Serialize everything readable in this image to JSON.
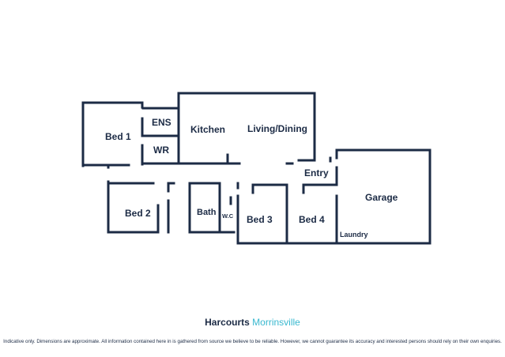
{
  "rooms": {
    "bed1": "Bed 1",
    "ens": "ENS",
    "wr": "WR",
    "kitchen": "Kitchen",
    "living": "Living/Dining",
    "entry": "Entry",
    "garage": "Garage",
    "bed2": "Bed 2",
    "bath": "Bath",
    "wc": "W.C",
    "bed3": "Bed 3",
    "bed4": "Bed 4",
    "laundry": "Laundry"
  },
  "brand": {
    "name": "Harcourts",
    "office": "Morrinsville"
  },
  "disclaimer": "Indicative only. Dimensions are approximate. All information contained here in is gathered from source we believe to be reliable. However, we cannot guarantee its accuracy and interested persons should rely on their own enquiries.",
  "colors": {
    "wall": "#1c2b45",
    "brand_name": "#1c2b45",
    "brand_office": "#38b8cf"
  }
}
